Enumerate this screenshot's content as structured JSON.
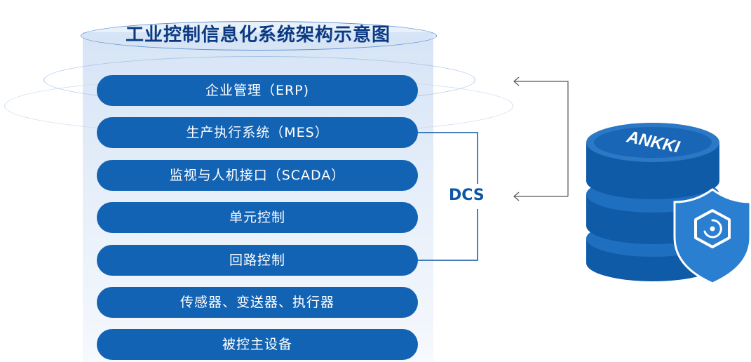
{
  "title": "工业控制信息化系统架构示意图",
  "layers": [
    "企业管理（ERP)",
    "生产执行系统（MES）",
    "监视与人机接口（SCADA）",
    "单元控制",
    "回路控制",
    "传感器、变送器、执行器",
    "被控主设备"
  ],
  "dcs_label": "DCS",
  "brand": "ANKKI",
  "colors": {
    "layer_bg": "#1363b4",
    "title_text": "#0b3a82",
    "dcs_text": "#0d56a6",
    "connector": "#555555",
    "db_dark": "#0f5ba8",
    "db_light": "#1f6fc0",
    "shield": "#2b7fd0"
  },
  "icons": [
    "database-icon",
    "shield-icon",
    "arrow-left-icon"
  ]
}
